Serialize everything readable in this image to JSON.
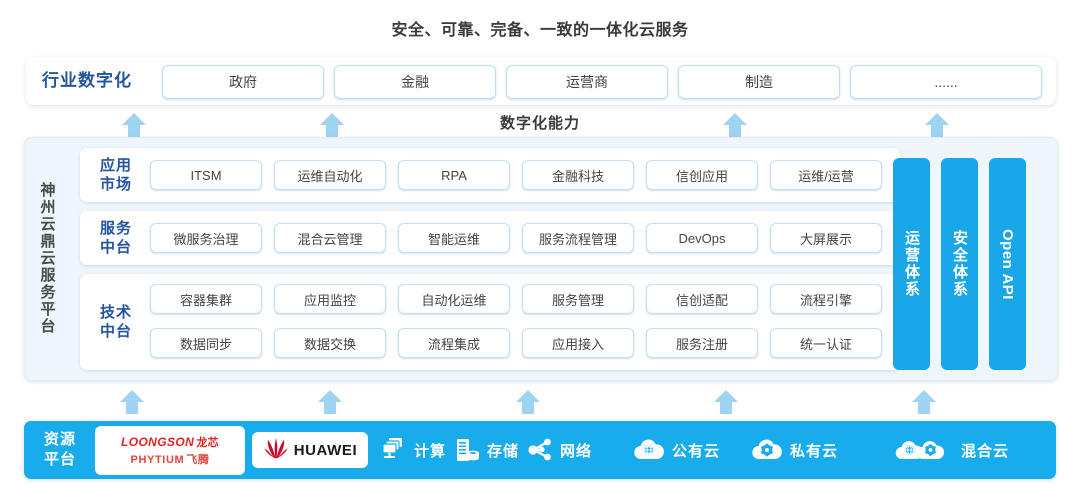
{
  "title": "安全、可靠、完备、一致的一体化云服务",
  "capability_label": "数字化能力",
  "industry": {
    "label": "行业数字化",
    "items": [
      {
        "label": "政府"
      },
      {
        "label": "金融"
      },
      {
        "label": "运营商"
      },
      {
        "label": "制造"
      },
      {
        "label": "......"
      }
    ]
  },
  "platform": {
    "vertical_label": "神州云鼎云服务平台",
    "rows": [
      {
        "name": "app-market",
        "label_line1": "应用",
        "label_line2": "市场",
        "cells": [
          "ITSM",
          "运维自动化",
          "RPA",
          "金融科技",
          "信创应用",
          "运维/运营"
        ]
      },
      {
        "name": "service-middle-platform",
        "label_line1": "服务",
        "label_line2": "中台",
        "cells": [
          "微服务治理",
          "混合云管理",
          "智能运维",
          "服务流程管理",
          "DevOps",
          "大屏展示"
        ]
      },
      {
        "name": "tech-middle-platform",
        "label_line1": "技术",
        "label_line2": "中台",
        "cells_row1": [
          "容器集群",
          "应用监控",
          "自动化运维",
          "服务管理",
          "信创适配",
          "流程引擎"
        ],
        "cells_row2": [
          "数据同步",
          "数据交换",
          "流程集成",
          "应用接入",
          "服务注册",
          "统一认证"
        ]
      }
    ],
    "side_bars": [
      {
        "name": "operation-system",
        "label": "运营体系",
        "script": "cjk"
      },
      {
        "name": "security-system",
        "label": "安全体系",
        "script": "cjk"
      },
      {
        "name": "open-api",
        "label": "Open API",
        "script": "latin"
      }
    ]
  },
  "resource": {
    "label_line1": "资源",
    "label_line2": "平台",
    "logos": [
      {
        "name": "loongson",
        "brand": "LOONGSON",
        "cn": "龙芯"
      },
      {
        "name": "phytium",
        "brand": "PHYTIUM",
        "cn": "飞腾"
      },
      {
        "name": "huawei",
        "brand": "HUAWEI",
        "cn": ""
      }
    ],
    "items": [
      {
        "label": "计算",
        "icon": "compute-icon"
      },
      {
        "label": "存储",
        "icon": "storage-icon"
      },
      {
        "label": "网络",
        "icon": "network-icon"
      },
      {
        "label": "公有云",
        "icon": "public-cloud-icon"
      },
      {
        "label": "私有云",
        "icon": "private-cloud-icon"
      },
      {
        "label": "混合云",
        "icon": "hybrid-cloud-icon"
      }
    ]
  },
  "arrows": {
    "upper": [
      134,
      332,
      735,
      937
    ],
    "lower": [
      132,
      330,
      528,
      726,
      924
    ]
  },
  "colors": {
    "accent_blue": "#18aced",
    "label_blue": "#24559f",
    "arrow_blue": "#9fd3f2",
    "panel_bg": "#eef6fb",
    "logo_red": "#e02420"
  }
}
